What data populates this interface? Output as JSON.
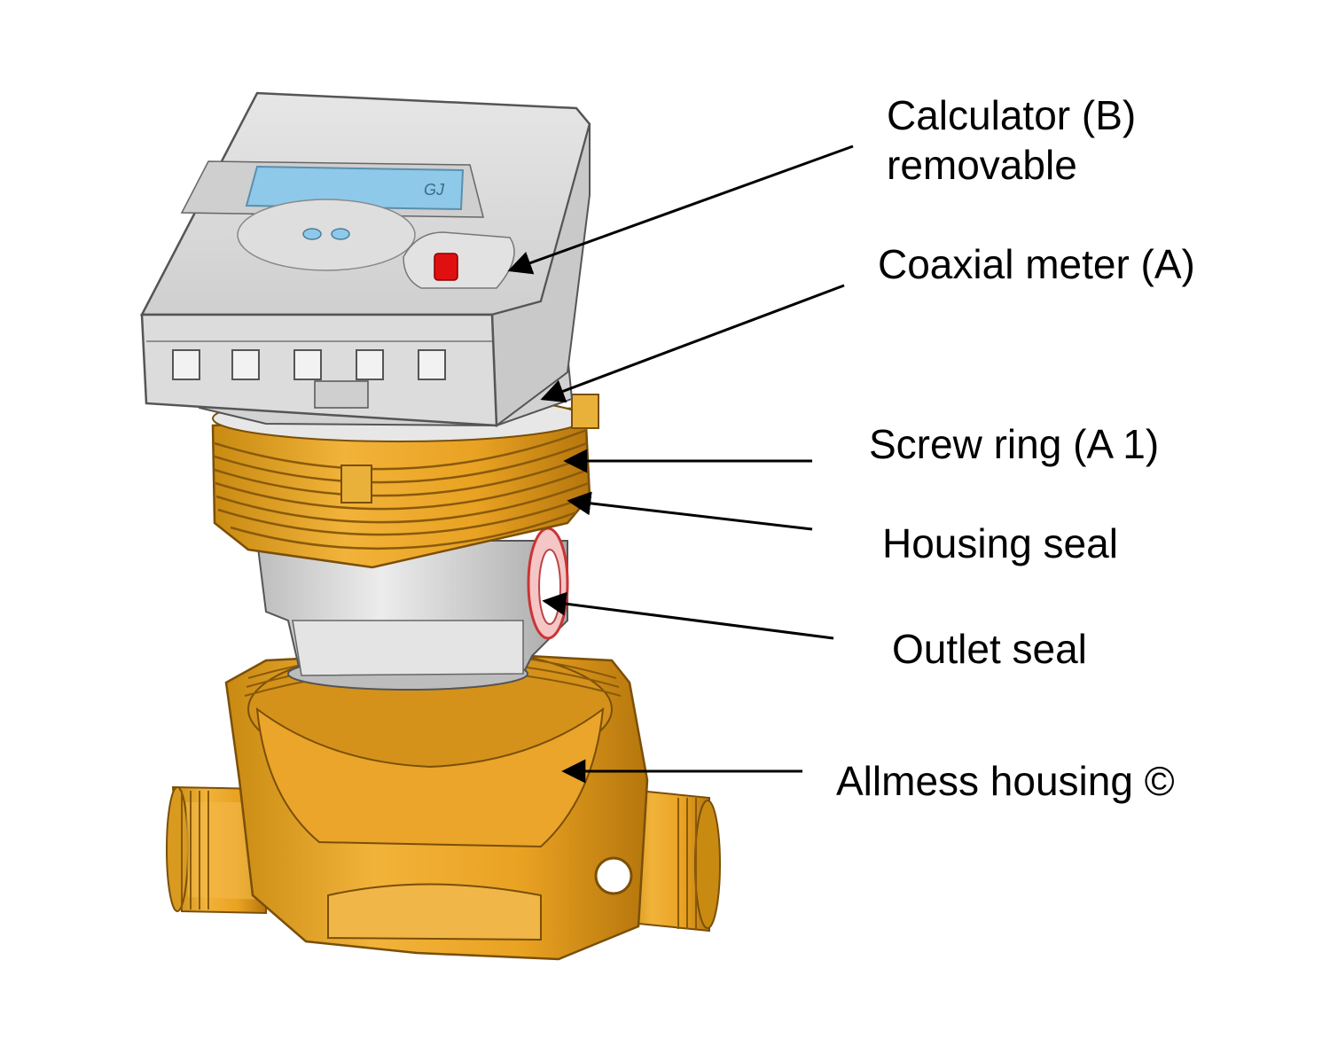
{
  "labels": {
    "calculator_line1": "Calculator (B)",
    "calculator_line2": "removable",
    "coaxial_meter": "Coaxial meter (A)",
    "screw_ring": "Screw ring (A 1)",
    "housing_seal": "Housing seal",
    "outlet_seal": "Outlet seal",
    "allmess_housing": "Allmess housing ©"
  },
  "display_unit": "GJ",
  "colors": {
    "brass": "#e8a21c",
    "brass_dark": "#b9780c",
    "grey_body": "#d8d8d8",
    "lcd": "#8ec9ea",
    "red_button": "#e01010",
    "seal": "#1a1a1a"
  }
}
